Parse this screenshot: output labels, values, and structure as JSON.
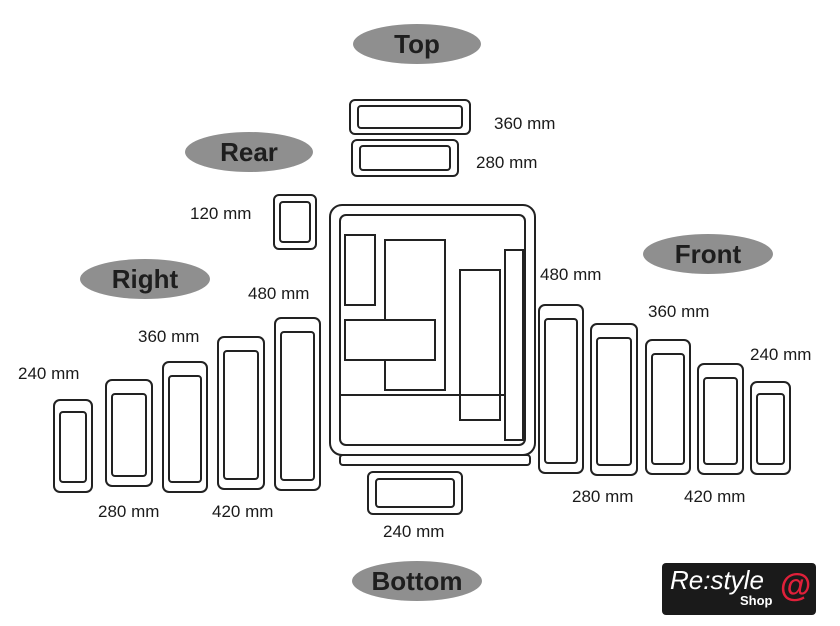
{
  "positions": {
    "top": "Top",
    "rear": "Rear",
    "right": "Right",
    "front": "Front",
    "bottom": "Bottom"
  },
  "sizes": {
    "top_360": "360 mm",
    "top_280": "280 mm",
    "rear_120": "120 mm",
    "right_480": "480 mm",
    "right_360": "360 mm",
    "right_240": "240 mm",
    "right_280": "280 mm",
    "right_420": "420 mm",
    "front_480": "480 mm",
    "front_360": "360 mm",
    "front_240": "240 mm",
    "front_280": "280 mm",
    "front_420": "420 mm",
    "bottom_240": "240 mm"
  },
  "logo": {
    "text": "Re:style",
    "sub": "Shop",
    "accent": "#e0203a"
  },
  "colors": {
    "pill": "#8f8f8f",
    "line": "#222222"
  }
}
